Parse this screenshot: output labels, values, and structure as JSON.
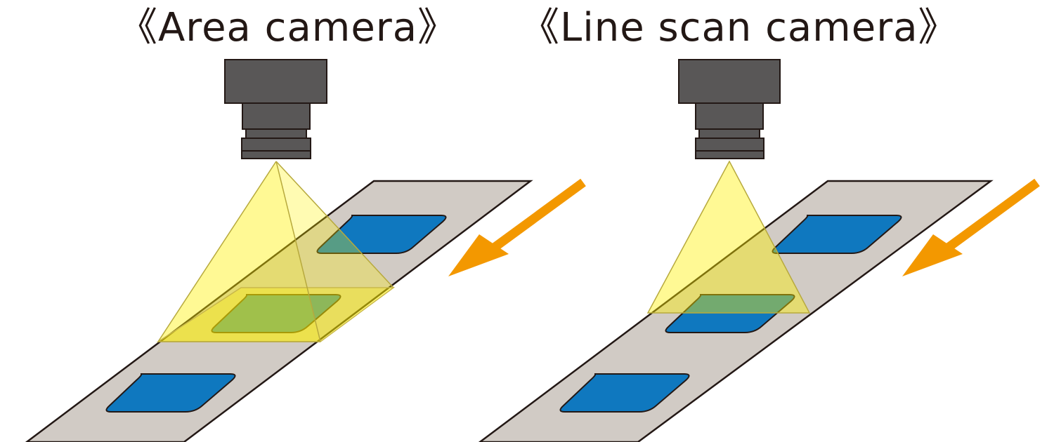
{
  "panels": {
    "area": {
      "title": "《Area camera》"
    },
    "line": {
      "title": "《Line scan camera》"
    }
  },
  "colors": {
    "belt": "#d1cbc5",
    "belt_edge": "#231815",
    "product": "#0f78bf",
    "camera_body": "#595757",
    "light": "#fff100",
    "arrow": "#f39800"
  },
  "icons": [
    "camera-icon",
    "conveyor-belt",
    "product-icon",
    "field-of-view",
    "direction-arrow-icon"
  ]
}
